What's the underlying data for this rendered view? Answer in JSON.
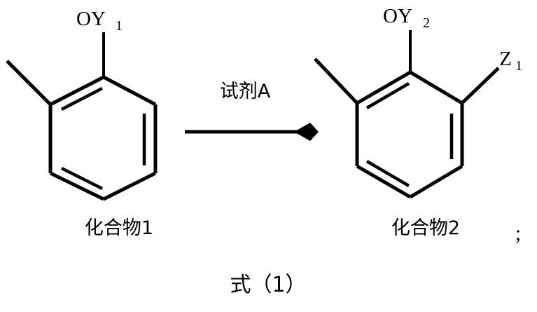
{
  "scheme": {
    "title": "式（1）",
    "trailing_punctuation": ";",
    "reagent_label": "试剂A",
    "reactant": {
      "caption": "化合物1",
      "substituent_top": "OY",
      "substituent_top_sub": "1",
      "substituent_left": "methyl-bond",
      "ring": "benzene"
    },
    "product": {
      "caption": "化合物2",
      "substituent_top": "OY",
      "substituent_top_sub": "2",
      "substituent_right": "Z",
      "substituent_right_sub": "1",
      "substituent_left": "methyl-bond",
      "ring": "benzene"
    },
    "arrow": {
      "direction": "right",
      "style": "solid"
    },
    "colors": {
      "ink": "#000000",
      "background": "#ffffff"
    }
  }
}
